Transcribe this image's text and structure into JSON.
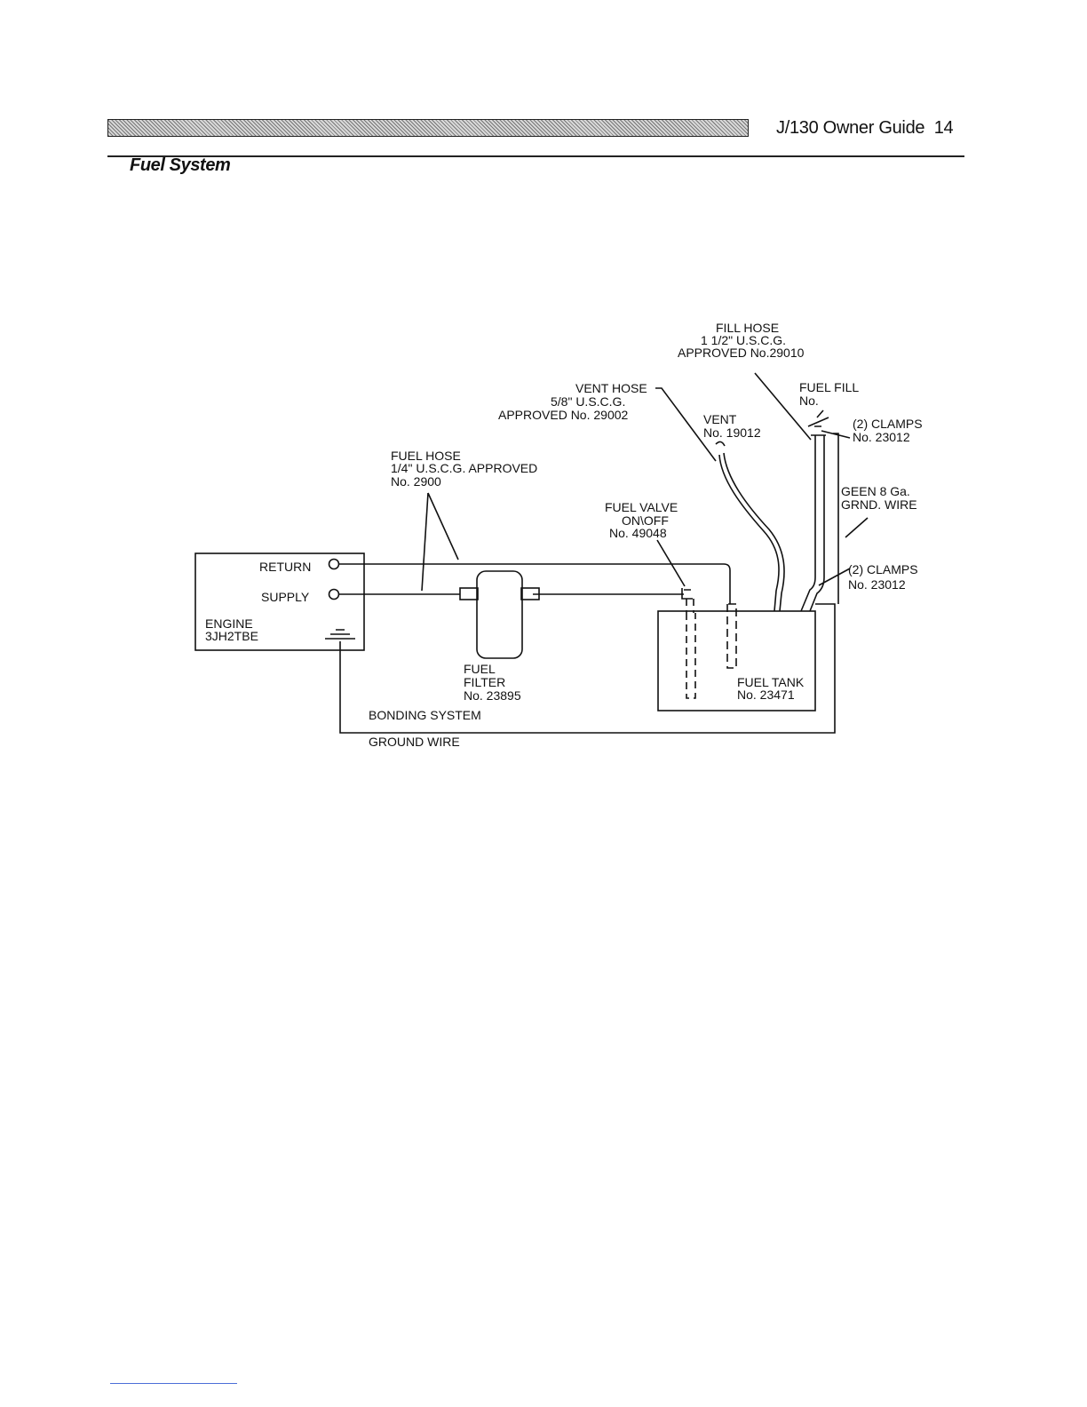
{
  "header": {
    "title": "J/130 Owner Guide",
    "page_number": "14"
  },
  "section": {
    "title": "Fuel System"
  },
  "diagram": {
    "fill_hose": [
      "FILL HOSE",
      "1 1/2\" U.S.C.G.",
      "APPROVED No.29010"
    ],
    "vent_hose": [
      "VENT HOSE",
      "5/8\" U.S.C.G.",
      "APPROVED No. 29002"
    ],
    "vent": [
      "VENT",
      "No. 19012"
    ],
    "fuel_fill": [
      "FUEL FILL",
      "No."
    ],
    "clamps_top": [
      "(2) CLAMPS",
      "No. 23012"
    ],
    "ground_wire_label": [
      "GEEN 8 Ga.",
      "GRND. WIRE"
    ],
    "clamps_bottom": [
      "(2) CLAMPS",
      "No. 23012"
    ],
    "fuel_hose": [
      "FUEL HOSE",
      "1/4\" U.S.C.G. APPROVED",
      "No. 2900"
    ],
    "fuel_valve": [
      "FUEL VALVE",
      "ON\\OFF",
      "No. 49048"
    ],
    "engine": {
      "return_label": "RETURN",
      "supply_label": "SUPPLY",
      "name": [
        "ENGINE",
        "3JH2TBE"
      ]
    },
    "fuel_filter": [
      "FUEL",
      "FILTER",
      "No. 23895"
    ],
    "fuel_tank": [
      "FUEL TANK",
      "No. 23471"
    ],
    "bonding_system": "BONDING SYSTEM",
    "ground_wire": "GROUND WIRE"
  }
}
